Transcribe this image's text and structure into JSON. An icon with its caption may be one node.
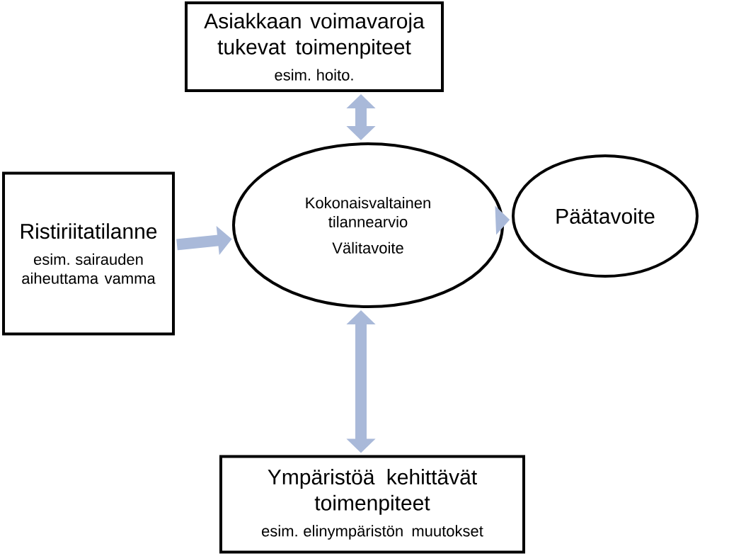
{
  "diagram": {
    "nodes": [
      {
        "text": [
          "Asiakkaan voimavaroja tukevat toimenpiteet",
          "esim. hoito."
        ]
      },
      {
        "text": [
          "Ristiriitatilanne",
          "esim. sairauden aiheuttama vamma"
        ]
      },
      {
        "text": [
          "Kokonaisvaltainen tilannearvio",
          "Välitavoite"
        ]
      },
      {
        "text": [
          "Päätavoite"
        ]
      },
      {
        "text": [
          "Ympäristöä kehittävät toimenpiteet",
          "esim. elinympäristön muutokset"
        ]
      }
    ],
    "edges": [
      {
        "from": 0,
        "to": 2,
        "arrow": "both"
      },
      {
        "from": 1,
        "to": 2,
        "arrow": "to"
      },
      {
        "from": 2,
        "to": 3,
        "arrow": "to"
      },
      {
        "from": 2,
        "to": 4,
        "arrow": "both"
      }
    ]
  }
}
